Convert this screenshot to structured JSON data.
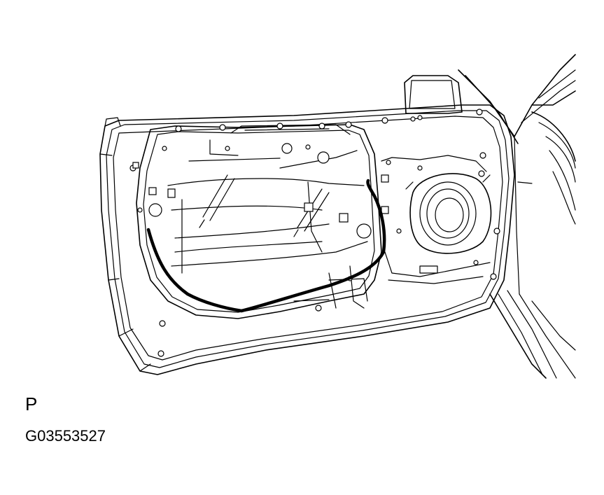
{
  "figure": {
    "view_label": "P",
    "figure_code": "G03553527"
  },
  "colors": {
    "line": "#000000",
    "background": "#ffffff"
  },
  "icons": {
    "illustration": "car-door-inner-panel-drawing"
  }
}
